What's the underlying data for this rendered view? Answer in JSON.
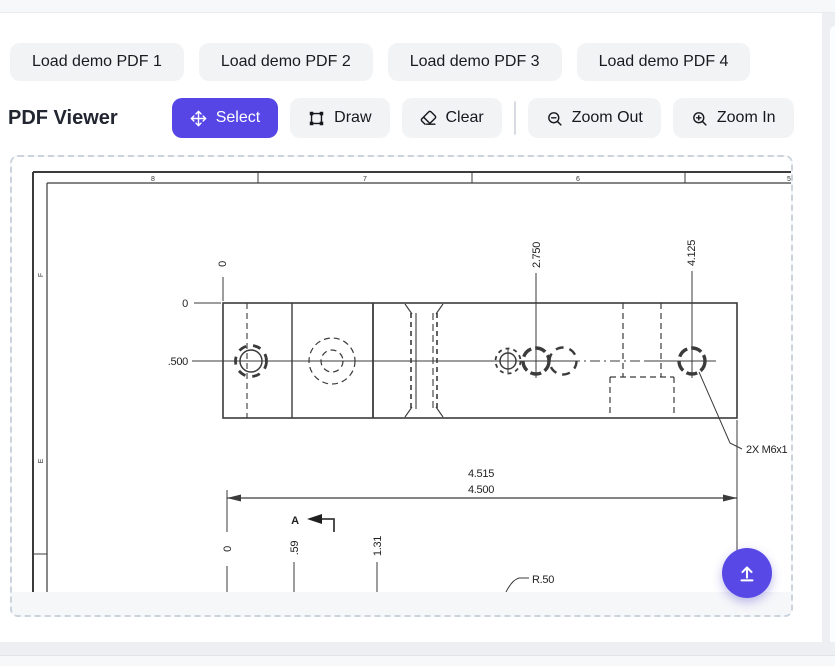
{
  "colors": {
    "accent": "#5646e5",
    "button_bg": "#f1f3f5",
    "dashed_border": "#cbd3dd"
  },
  "demo_buttons": {
    "pdf1": "Load demo PDF 1",
    "pdf2": "Load demo PDF 2",
    "pdf3": "Load demo PDF 3",
    "pdf4": "Load demo PDF 4"
  },
  "toolbar": {
    "title": "PDF Viewer",
    "select_label": "Select",
    "draw_label": "Draw",
    "clear_label": "Clear",
    "zoom_out_label": "Zoom Out",
    "zoom_in_label": "Zoom In",
    "icons": {
      "select": "move-icon",
      "draw": "polygon-icon",
      "clear": "eraser-icon",
      "zoom_out": "zoom-out-icon",
      "zoom_in": "zoom-in-icon"
    }
  },
  "drawing": {
    "zone_numbers": {
      "z8": "8",
      "z7": "7",
      "z6": "6",
      "z5": "5"
    },
    "zone_letters": {
      "f": "F",
      "e": "E"
    },
    "labels": {
      "datum_zero_top": "0",
      "left_zero": "0",
      "left_500": ".500",
      "dim_2750": "2.750",
      "dim_4125": "4.125",
      "dim_4515": "4.515",
      "dim_4500": "4.500",
      "section_a": "A",
      "bottom_zero": "0",
      "bottom_59": ".59",
      "bottom_131": "1.31",
      "radius_r50": "R.50",
      "thread_note": "2X M6x1"
    }
  },
  "fab": {
    "icon": "upload-icon"
  }
}
